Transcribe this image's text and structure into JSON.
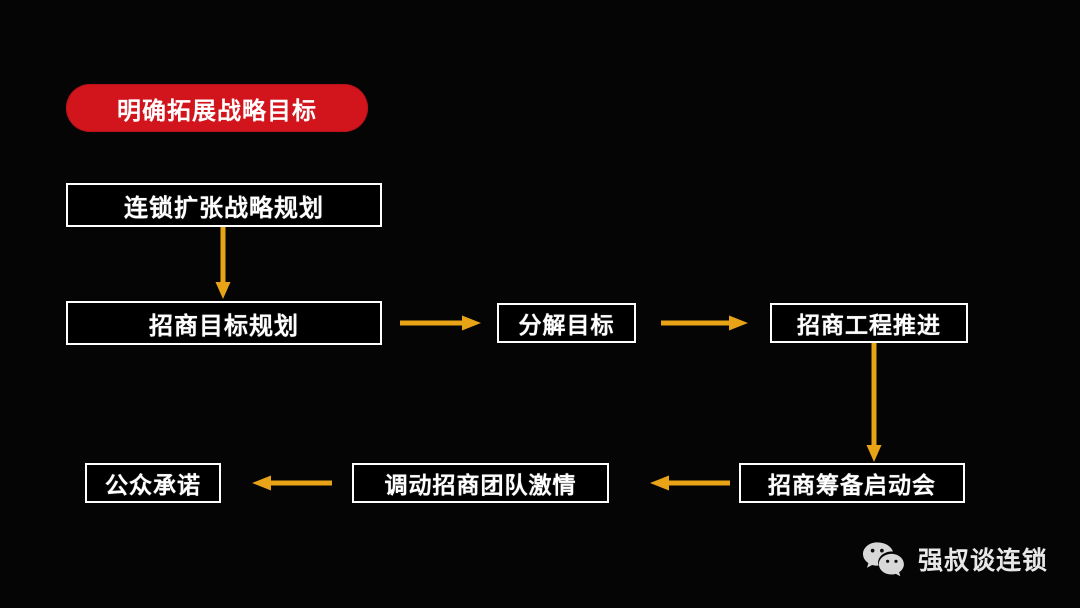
{
  "slide": {
    "background_color": "#050505",
    "accent_color": "#e8a317",
    "badge_color": "#d2151c",
    "box_border_color": "#ffffff",
    "text_color": "#ffffff"
  },
  "badge": {
    "label": "明确拓展战略目标"
  },
  "nodes": [
    {
      "id": "chain-expansion-strategy",
      "label": "连锁扩张战略规划"
    },
    {
      "id": "investment-target-plan",
      "label": "招商目标规划"
    },
    {
      "id": "decompose-targets",
      "label": "分解目标"
    },
    {
      "id": "investment-project-push",
      "label": "招商工程推进"
    },
    {
      "id": "investment-kickoff",
      "label": "招商筹备启动会"
    },
    {
      "id": "motivate-team",
      "label": "调动招商团队激情"
    },
    {
      "id": "public-commitment",
      "label": "公众承诺"
    }
  ],
  "arrows": [
    {
      "id": "arrow-strategy-to-target",
      "direction": "down",
      "color": "#e8a317"
    },
    {
      "id": "arrow-target-to-decompose",
      "direction": "right",
      "color": "#e8a317"
    },
    {
      "id": "arrow-decompose-to-push",
      "direction": "right",
      "color": "#e8a317"
    },
    {
      "id": "arrow-push-to-kickoff",
      "direction": "down",
      "color": "#e8a317"
    },
    {
      "id": "arrow-kickoff-to-motivate",
      "direction": "left",
      "color": "#e8a317"
    },
    {
      "id": "arrow-motivate-to-public",
      "direction": "left",
      "color": "#e8a317"
    }
  ],
  "watermark": {
    "icon": "wechat-icon",
    "text": "强叔谈连锁"
  }
}
